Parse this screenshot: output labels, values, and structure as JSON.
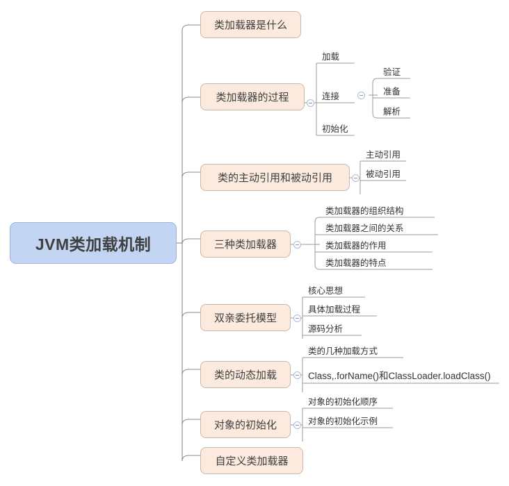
{
  "document": {
    "title": "JVM类加载机制",
    "type": "mind-map",
    "background_color": "#ffffff"
  },
  "colors": {
    "root_fill": "#c3d5f2",
    "root_border": "#9bb4dd",
    "branch_fill": "#fbeadd",
    "branch_border": "#c8b8aa",
    "line": "#8a8a8a",
    "leaf_line": "#9a9a9a",
    "toggle_border": "#a8bddb",
    "text": "#404040"
  },
  "root": {
    "label": "JVM类加载机制"
  },
  "branches": [
    {
      "label": "类加载器是什么",
      "has_toggle": false,
      "children": []
    },
    {
      "label": "类加载器的过程",
      "has_toggle": true,
      "children": [
        {
          "label": "加载",
          "has_toggle": false,
          "children": []
        },
        {
          "label": "连接",
          "has_toggle": true,
          "children": [
            {
              "label": "验证"
            },
            {
              "label": "准备"
            },
            {
              "label": "解析"
            }
          ]
        },
        {
          "label": "初始化",
          "has_toggle": false,
          "children": []
        }
      ]
    },
    {
      "label": "类的主动引用和被动引用",
      "has_toggle": true,
      "children": [
        {
          "label": "主动引用"
        },
        {
          "label": "被动引用"
        }
      ]
    },
    {
      "label": "三种类加载器",
      "has_toggle": true,
      "children": [
        {
          "label": "类加载器的组织结构"
        },
        {
          "label": "类加载器之间的关系"
        },
        {
          "label": "类加载器的作用"
        },
        {
          "label": "类加载器的特点"
        }
      ]
    },
    {
      "label": "双亲委托模型",
      "has_toggle": true,
      "children": [
        {
          "label": "核心思想"
        },
        {
          "label": "具体加载过程"
        },
        {
          "label": "源码分析"
        }
      ]
    },
    {
      "label": "类的动态加载",
      "has_toggle": true,
      "children": [
        {
          "label": "类的几种加载方式"
        },
        {
          "label": "Class,.forName()和ClassLoader.loadClass()"
        }
      ]
    },
    {
      "label": "对象的初始化",
      "has_toggle": true,
      "children": [
        {
          "label": "对象的初始化顺序"
        },
        {
          "label": "对象的初始化示例"
        }
      ]
    },
    {
      "label": "自定义类加载器",
      "has_toggle": false,
      "children": []
    }
  ]
}
